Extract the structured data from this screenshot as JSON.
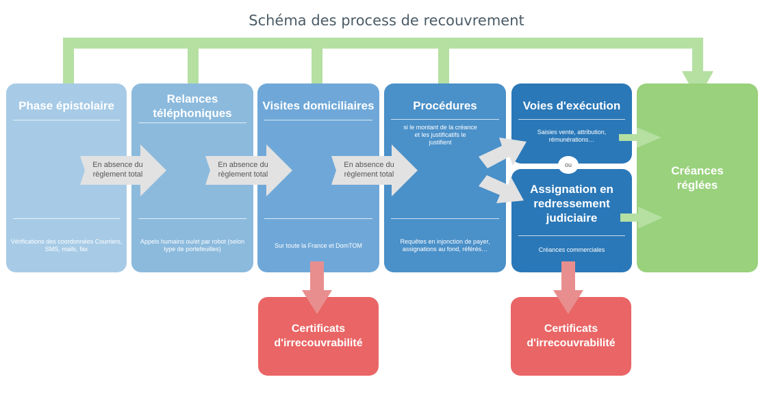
{
  "title": "Schéma des process de recouvrement",
  "colors": {
    "light_blue": "#a7cbe6",
    "mid_blue": "#8bbadd",
    "blue": "#6fa8d8",
    "strong_blue": "#4a90c9",
    "dark_blue": "#2a78b8",
    "green": "#99d17c",
    "green_connector": "#b5e0a2",
    "red": "#ea6565",
    "red_arrow": "#e88e8e",
    "grey_arrow": "#e2e2e2"
  },
  "phases": [
    {
      "title": "Phase épistolaire",
      "detail": "Vérifications des coordonnées Courriers, SMS, mails, fax"
    },
    {
      "title": "Relances téléphoniques",
      "detail": "Appels humains ou/et par robot (selon type de portefeuilles)"
    },
    {
      "title": "Visites domiciliaires",
      "detail": "Sur toute la France et DomTOM"
    },
    {
      "title": "Procédures",
      "note": "si le montant de la créance et les justificatifs le justifient",
      "detail": "Requêtes en injonction de payer, assignations au fond, référés…"
    }
  ],
  "flow_label": "En absence du règlement total",
  "voies": {
    "title": "Voies d'exécution",
    "detail": "Saisies vente, attribution, rémunérations…"
  },
  "ou": "ou",
  "assignation": {
    "title": "Assignation en redressement judiciaire",
    "detail": "Créances commerciales"
  },
  "final": {
    "title": "Créances réglées"
  },
  "certificat": "Certificats d'irrecouvrabilité"
}
